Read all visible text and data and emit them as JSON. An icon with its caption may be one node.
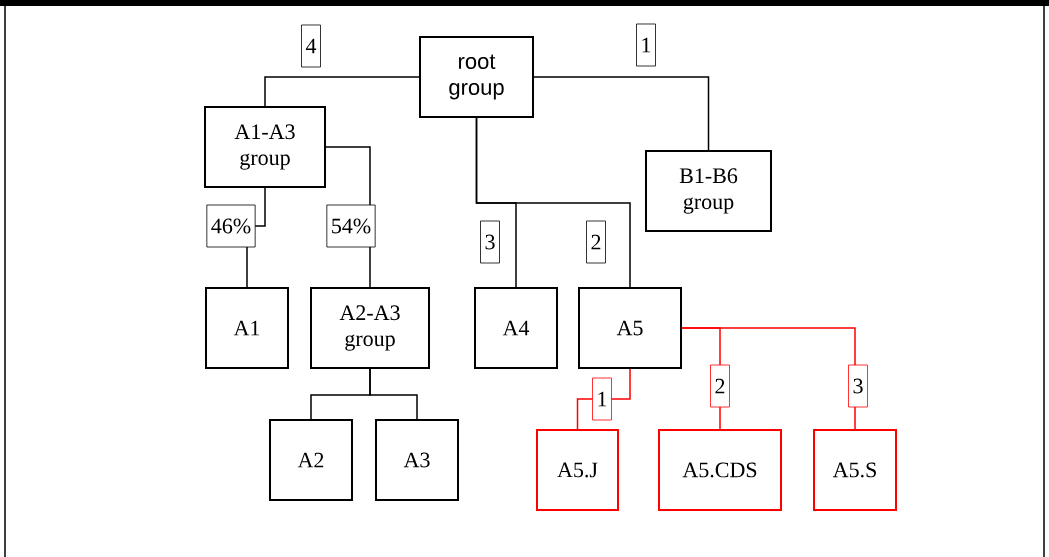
{
  "diagram": {
    "nodes": [
      {
        "text": [
          "root group"
        ]
      },
      {
        "text": [
          "A1-A3 group"
        ]
      },
      {
        "text": [
          "B1-B6 group"
        ]
      },
      {
        "text": [
          "A1"
        ]
      },
      {
        "text": [
          "A2-A3 group"
        ]
      },
      {
        "text": [
          "A4"
        ]
      },
      {
        "text": [
          "A5"
        ]
      },
      {
        "text": [
          "A2"
        ]
      },
      {
        "text": [
          "A3"
        ]
      },
      {
        "text": [
          "A5.J"
        ]
      },
      {
        "text": [
          "A5.CDS"
        ]
      },
      {
        "text": [
          "A5.S"
        ]
      }
    ],
    "edges": [
      {
        "from": 0,
        "to": 1,
        "arrow": "none",
        "label": "4"
      },
      {
        "from": 0,
        "to": 2,
        "arrow": "none",
        "label": "1"
      },
      {
        "from": 0,
        "to": 5,
        "arrow": "none",
        "label": "3"
      },
      {
        "from": 0,
        "to": 6,
        "arrow": "none",
        "label": "2"
      },
      {
        "from": 1,
        "to": 3,
        "arrow": "none",
        "label": "46%"
      },
      {
        "from": 1,
        "to": 4,
        "arrow": "none",
        "label": "54%"
      },
      {
        "from": 4,
        "to": 7,
        "arrow": "none"
      },
      {
        "from": 4,
        "to": 8,
        "arrow": "none"
      },
      {
        "from": 6,
        "to": 9,
        "arrow": "none",
        "label": "1",
        "color": "#ff0000"
      },
      {
        "from": 6,
        "to": 10,
        "arrow": "none",
        "label": "2",
        "color": "#ff0000"
      },
      {
        "from": 6,
        "to": 11,
        "arrow": "none",
        "label": "3",
        "color": "#ff0000"
      }
    ]
  }
}
